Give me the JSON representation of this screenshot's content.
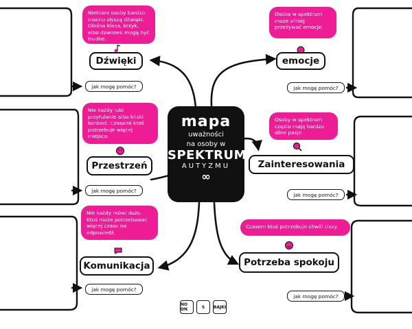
{
  "center": {
    "line1": "mapa",
    "line2": "uważności",
    "line3": "na osoby w",
    "line4": "SPEKTRUM",
    "line5": "AUTYZMU",
    "symbol": "∞"
  },
  "sections": {
    "sounds": {
      "label": "Dźwięki",
      "note": "Niektóre osoby bardzo mocno słyszą dźwięki. Głośna klasa, krzyk, albo dzwonek mogą być trudne.",
      "help": "jak mogę pomóc?"
    },
    "space": {
      "label": "Przestrzeń",
      "note": "Nie każdy lubi przytulanie albo bliski kontakt. Czasami ktoś potrzebuje więcej miejsca.",
      "help": "jak mogę pomóc?"
    },
    "communication": {
      "label": "Komunikacja",
      "note": "Nie każdy mówi dużo. Ktoś może potrzebować więcej czasu na odpowiedź.",
      "help": "jak mogę pomóc?"
    },
    "emotions": {
      "label": "emocje",
      "note": "Osoba w spektrum może silniej przeżywać emocje.",
      "help": "jak mogę pomóc?"
    },
    "interests": {
      "label": "Zainteresowania",
      "note": "Osoby w spektrum często mają bardzo silne pasje.",
      "help": "jak mogę pomóc?"
    },
    "calm": {
      "label": "Potrzeba spokoju",
      "note": "Czasem ktoś potrzebuje chwili ciszy.",
      "help": "jak mogę pomóc?"
    }
  },
  "logos": [
    "NO DN",
    "S",
    "BAJKI"
  ],
  "colors": {
    "accent": "#ee1d96",
    "ink": "#111111"
  },
  "icons": [
    "note-icon",
    "heart-icon",
    "chat-icon",
    "magnifier-icon",
    "calm-face-icon",
    "users-icon"
  ]
}
